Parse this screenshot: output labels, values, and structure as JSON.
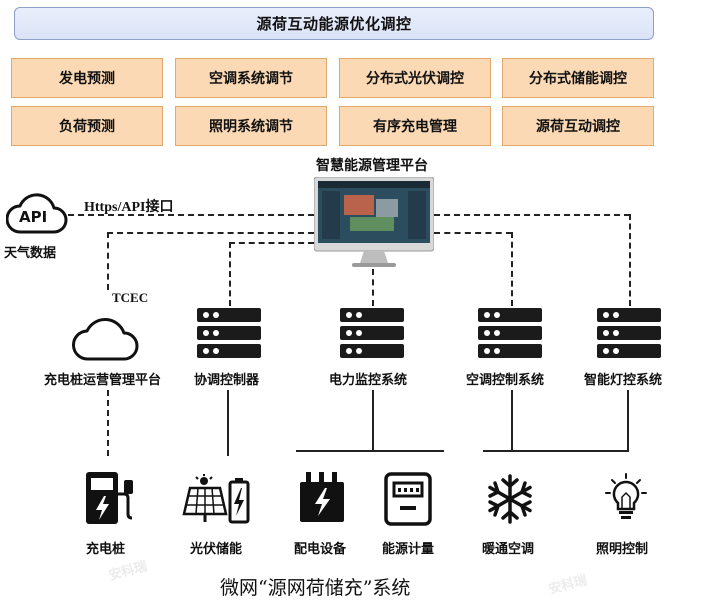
{
  "title": "源荷互动能源优化调控",
  "functions": [
    "发电预测",
    "空调系统调节",
    "分布式光伏调控",
    "分布式储能调控",
    "负荷预测",
    "照明系统调节",
    "有序充电管理",
    "源荷互动调控"
  ],
  "platform": {
    "label": "智慧能源管理平台"
  },
  "weather": {
    "api_text": "API",
    "label": "天气数据"
  },
  "connections": {
    "api_link": "Https/API接口",
    "tcec": "TCEC"
  },
  "systems": [
    "充电桩运营管理平台",
    "协调控制器",
    "电力监控系统",
    "空调控制系统",
    "智能灯控系统"
  ],
  "devices": [
    "充电桩",
    "光伏储能",
    "配电设备",
    "能源计量",
    "暖通空调",
    "照明控制"
  ],
  "caption": "微网“源网荷储充”系统",
  "watermark": "安科瑞"
}
